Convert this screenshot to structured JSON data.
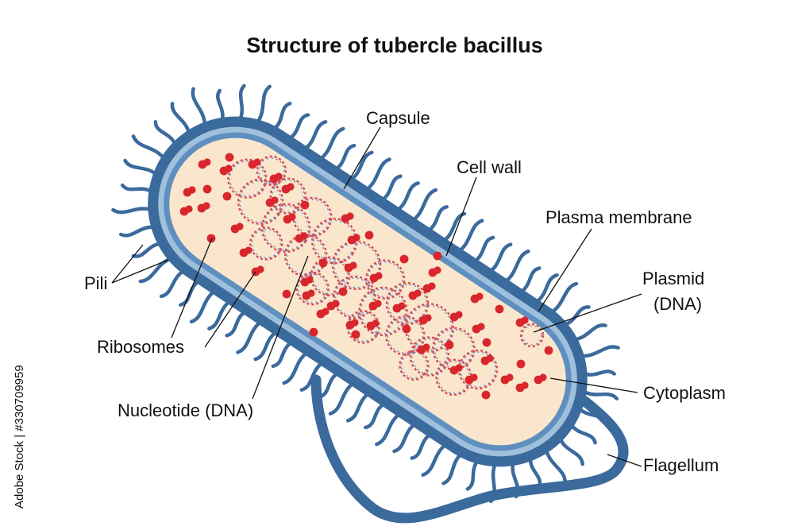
{
  "title": "Structure of  tubercle bacillus",
  "labels": {
    "capsule": "Capsule",
    "cell_wall": "Cell wall",
    "plasma_membrane": "Plasma membrane",
    "plasmid_line1": "Plasmid",
    "plasmid_line2": "(DNA)",
    "cytoplasm": "Cytoplasm",
    "flagellum": "Flagellum",
    "pili": "Pili",
    "ribosomes": "Ribosomes",
    "nucleotide": "Nucleotide (DNA)"
  },
  "watermark": "Adobe Stock | #330709959",
  "colors": {
    "capsule": "#3b6a9c",
    "cell_wall": "#9fc0dc",
    "membrane": "#5f8fbf",
    "cytoplasm": "#f9e6cc",
    "ribosome": "#d9262c",
    "dna_red": "#d94a55",
    "dna_blue": "#6f8fd0"
  }
}
